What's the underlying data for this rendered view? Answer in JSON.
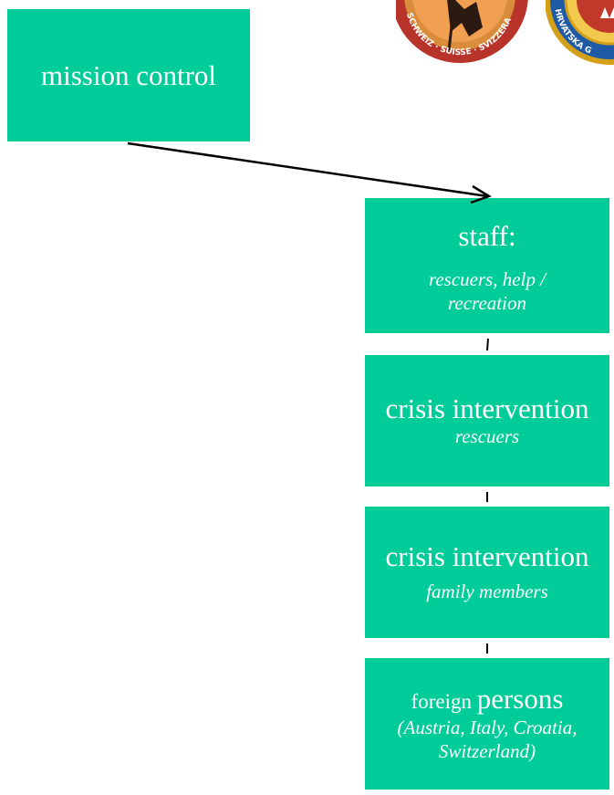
{
  "boxes": {
    "mission_control": {
      "label": "mission control"
    },
    "staff": {
      "title": "staff:",
      "subtitle": "rescuers, help / recreation"
    },
    "crisis_rescuers": {
      "title": "crisis intervention",
      "subtitle": "rescuers"
    },
    "crisis_family": {
      "title": "crisis intervention",
      "subtitle": "family members"
    },
    "foreign": {
      "title_small": "foreign ",
      "title_big": "persons",
      "subtitle": "(Austria, Italy, Croatia, Switzerland)"
    }
  },
  "logos": {
    "swiss": {
      "text": "SCHWEIZ · SUISSE · SVIZZERA",
      "ring_color": "#c0392b"
    },
    "croatian": {
      "text": "HRVATSKA G",
      "ring_color": "#d4a017"
    }
  },
  "colors": {
    "box_fill": "#00cc99",
    "box_text": "#ffffff",
    "connector": "#000000"
  }
}
